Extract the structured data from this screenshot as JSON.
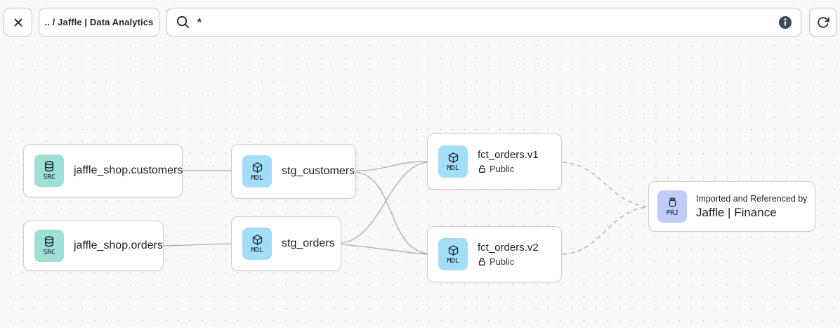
{
  "toolbar": {
    "breadcrumb": ".. / Jaffle | Data Analytics",
    "search": {
      "value": "*"
    },
    "icons": {
      "close": "x-icon",
      "search": "magnifier-icon",
      "info": "info-icon",
      "refresh": "refresh-clockwise-icon"
    }
  },
  "graph": {
    "nodes": [
      {
        "id": "jaffle_shop.customers",
        "kind": "source",
        "badge": "SRC",
        "label": "jaffle_shop.customers"
      },
      {
        "id": "jaffle_shop.orders",
        "kind": "source",
        "badge": "SRC",
        "label": "jaffle_shop.orders"
      },
      {
        "id": "stg_customers",
        "kind": "model",
        "badge": "MDL",
        "label": "stg_customers"
      },
      {
        "id": "stg_orders",
        "kind": "model",
        "badge": "MDL",
        "label": "stg_orders"
      },
      {
        "id": "fct_orders.v1",
        "kind": "model",
        "badge": "MDL",
        "label": "fct_orders.v1",
        "access": "Public"
      },
      {
        "id": "fct_orders.v2",
        "kind": "model",
        "badge": "MDL",
        "label": "fct_orders.v2",
        "access": "Public"
      },
      {
        "id": "jaffle_finance",
        "kind": "project",
        "badge": "PRJ",
        "sublabel": "Imported and Referenced by",
        "label": "Jaffle | Finance"
      }
    ],
    "edges": [
      {
        "from": "jaffle_shop.customers",
        "to": "stg_customers",
        "style": "solid"
      },
      {
        "from": "jaffle_shop.orders",
        "to": "stg_orders",
        "style": "solid"
      },
      {
        "from": "stg_customers",
        "to": "fct_orders.v1",
        "style": "solid"
      },
      {
        "from": "stg_customers",
        "to": "fct_orders.v2",
        "style": "solid"
      },
      {
        "from": "stg_orders",
        "to": "fct_orders.v1",
        "style": "solid"
      },
      {
        "from": "stg_orders",
        "to": "fct_orders.v2",
        "style": "solid"
      },
      {
        "from": "fct_orders.v1",
        "to": "jaffle_finance",
        "style": "dashed"
      },
      {
        "from": "fct_orders.v2",
        "to": "jaffle_finance",
        "style": "dashed"
      }
    ]
  },
  "colors": {
    "canvas_bg": "#f7f8f9",
    "dot": "#d3d6db",
    "node_border": "#c9cdd3",
    "edge": "#a6adb8",
    "text": "#17222e",
    "source_tile": "#9ce1d3",
    "model_tile": "#a4ddf8",
    "project_tile": "#c0ccfa",
    "info_badge": "#3e4a59"
  }
}
